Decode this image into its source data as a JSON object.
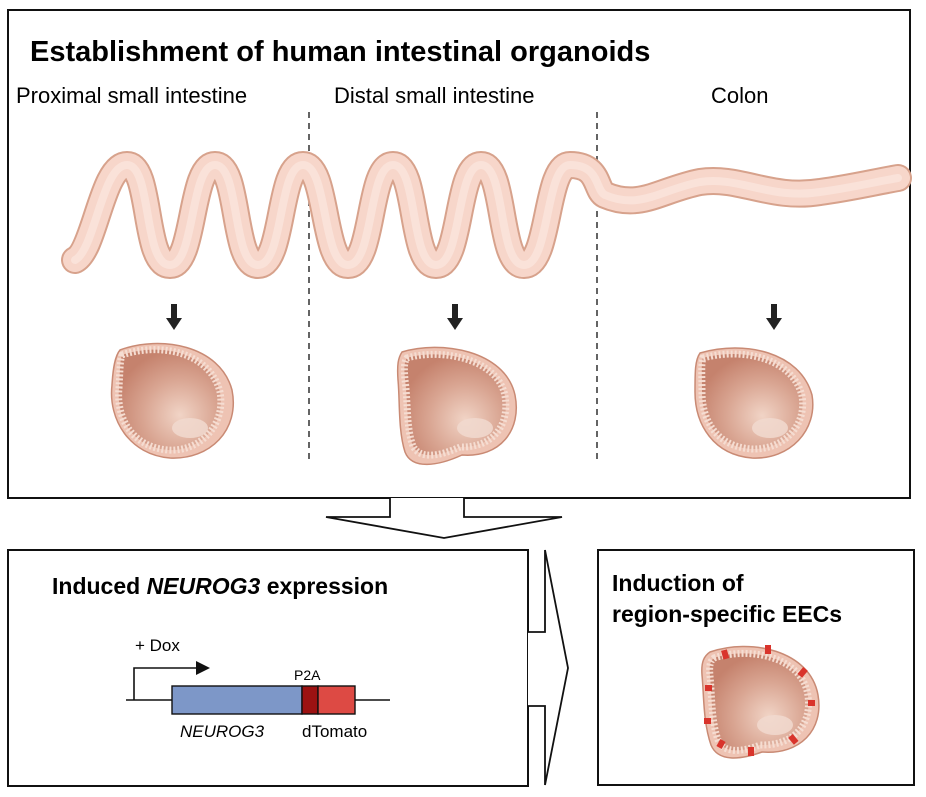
{
  "top_panel": {
    "title": "Establishment of human intestinal organoids",
    "regions": [
      {
        "label": "Proximal small intestine"
      },
      {
        "label": "Distal small intestine"
      },
      {
        "label": "Colon"
      }
    ]
  },
  "left_panel": {
    "heading_prefix": "Induced ",
    "heading_gene": "NEUROG3",
    "heading_suffix": " expression",
    "dox_label": "+ Dox",
    "p2a_label": "P2A",
    "gene_label": "NEUROG3",
    "reporter_label": "dTomato"
  },
  "right_panel": {
    "heading_line1": "Induction of",
    "heading_line2": "region-specific EECs"
  },
  "colors": {
    "intestine_fill": "#f6d2c6",
    "intestine_stroke": "#d7a28c",
    "organoid_fill": "#d39a86",
    "gene_block": "#7d97c8",
    "p2a_block": "#9c1212",
    "tomato_block": "#dd4a44"
  }
}
